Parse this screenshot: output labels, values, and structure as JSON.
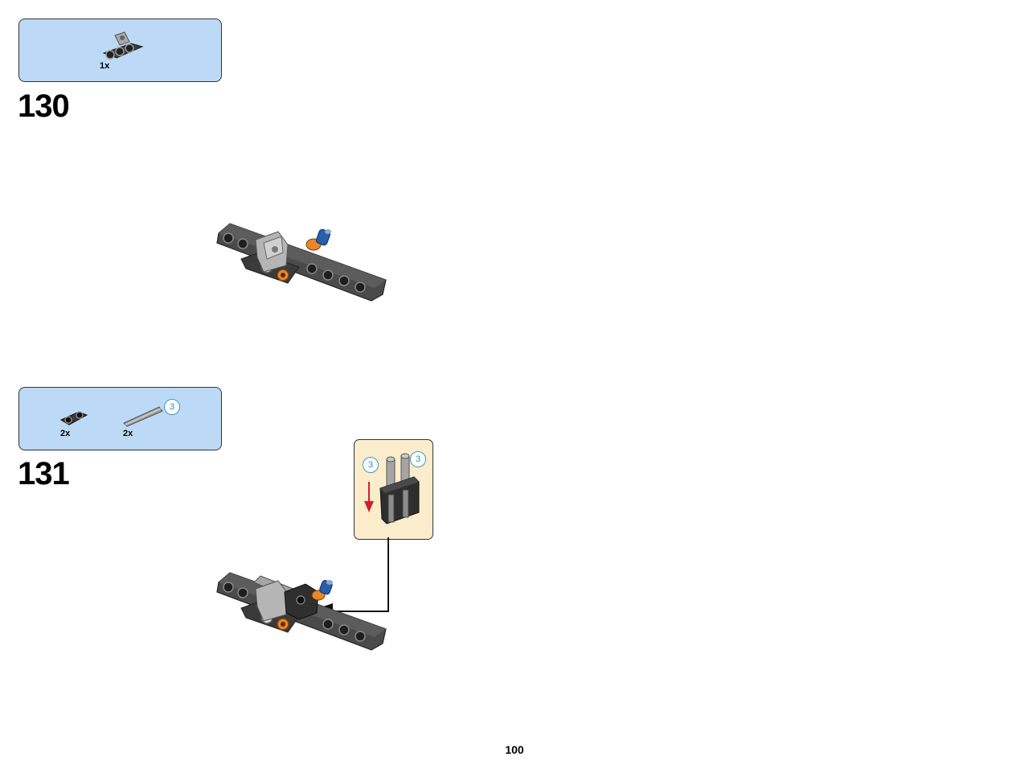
{
  "steps": [
    {
      "number": "130",
      "parts": [
        {
          "quantity": "1x",
          "part_icon": "beam-connector-icon"
        }
      ]
    },
    {
      "number": "131",
      "parts": [
        {
          "quantity": "2x",
          "part_icon": "short-beam-icon"
        },
        {
          "quantity": "2x",
          "part_icon": "axle-icon",
          "length": "3"
        }
      ],
      "callout": {
        "badges": [
          "3",
          "3"
        ],
        "arrow_color": "#d0202a"
      }
    }
  ],
  "page_number": "100",
  "colors": {
    "parts_box": "#bcd9f5",
    "callout_box": "#fbeccb",
    "beam": "#4a4a4a",
    "connector": "#a8a8a8",
    "pin_orange": "#e8862b",
    "pin_blue": "#2a5fa8"
  }
}
